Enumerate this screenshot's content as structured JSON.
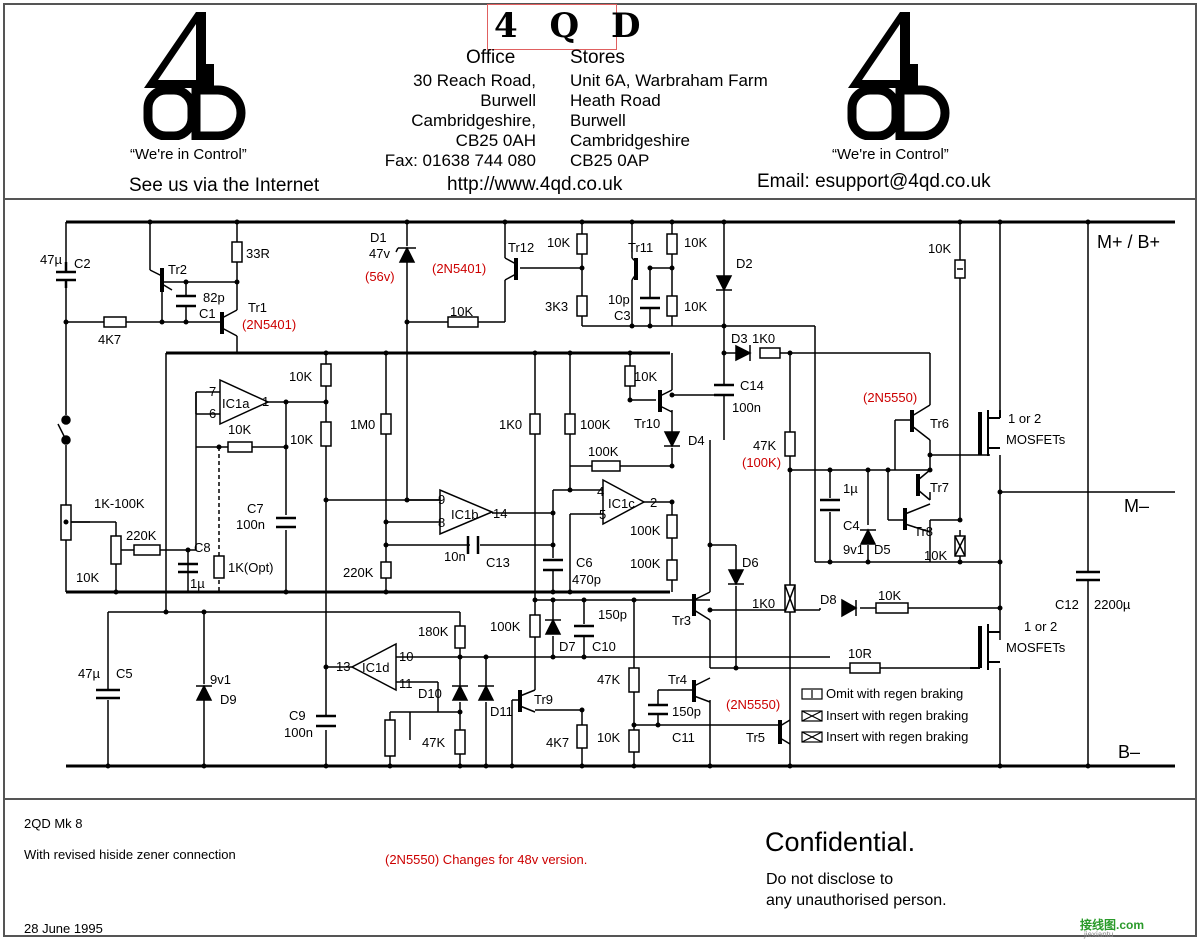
{
  "header": {
    "top_logo_text": "4 Q D",
    "logo_left": {
      "number": "4",
      "letters": "QD",
      "tagline": "“We're in Control”",
      "internet": "See us via the Internet"
    },
    "office": {
      "title": "Office",
      "lines": [
        "30 Reach Road,",
        "Burwell",
        "Cambridgeshire,",
        "CB25 0AH",
        "Fax: 01638 744 080"
      ]
    },
    "stores": {
      "title": "Stores",
      "lines": [
        "Unit 6A, Warbraham Farm",
        "Heath Road",
        "Burwell",
        "Cambridgeshire",
        "CB25 0AP"
      ]
    },
    "website": "http://www.4qd.co.uk",
    "logo_right": {
      "number": "4",
      "letters": "QD",
      "tagline": "“We're in Control”",
      "email": "Email: esupport@4qd.co.uk"
    }
  },
  "schematic": {
    "rails": {
      "top": "M+ / B+",
      "middle": "M–",
      "bottom": "B–"
    },
    "labels": {
      "c2": "C2",
      "c2v": "47µ",
      "tr2": "Tr2",
      "r33": "33R",
      "c1v": "82p",
      "c1": "C1",
      "tr1": "Tr1",
      "tr1alt": "(2N5401)",
      "r4k7": "4K7",
      "d1": "D1",
      "d1v": "47v",
      "d1alt": "(56v)",
      "tr12alt": "(2N5401)",
      "tr12": "Tr12",
      "r10k_a": "10K",
      "r10k_b": "10K",
      "tr11": "Tr11",
      "r10k_c": "10K",
      "r3k3": "3K3",
      "c3v": "10p",
      "c3": "C3",
      "r10k_d": "10K",
      "d2": "D2",
      "d3": "D3",
      "r1k0_a": "1K0",
      "c14": "C14",
      "c14v": "100n",
      "r10k_e": "10K",
      "tr10": "Tr10",
      "d4": "D4",
      "ic1a": "IC1a",
      "ic1b": "IC1b",
      "ic1c": "IC1c",
      "ic1d": "IC1d",
      "p7": "7",
      "p6": "6",
      "p1": "1",
      "p9": "9",
      "p8": "8",
      "p14": "14",
      "p4": "4",
      "p5": "5",
      "p2": "2",
      "p13": "13",
      "p10": "10",
      "p11": "11",
      "r10k_f": "10K",
      "r10k_g": "10K",
      "r10k_h": "10K",
      "r1m0": "1M0",
      "r1k0_b": "1K0",
      "r100k_a": "100K",
      "r100k_b": "100K",
      "r100k_c": "100K",
      "r100k_d": "100K",
      "pot": "1K-100K",
      "r220k_a": "220K",
      "c8": "C8",
      "c8v": "1µ",
      "r10k_i": "10K",
      "r1k_opt": "1K(Opt)",
      "c7": "C7",
      "c7v": "100n",
      "r220k_b": "220K",
      "c13v": "10n",
      "c13": "C13",
      "c6": "C6",
      "c6v": "470p",
      "d6": "D6",
      "r47k": "47K",
      "r47k_alt": "(100K)",
      "c4v": "1µ",
      "c4": "C4",
      "d5v": "9v1",
      "d5": "D5",
      "tr6alt": "(2N5550)",
      "tr6": "Tr6",
      "tr7": "Tr7",
      "tr8": "Tr8",
      "r10k_j": "10K",
      "r10k_k": "10K",
      "mos1": "1 or 2",
      "mos1b": "MOSFETs",
      "mos2": "1 or 2",
      "mos2b": "MOSFETs",
      "c12": "C12",
      "c12v": "2200µ",
      "c5v": "47µ",
      "c5": "C5",
      "d9v": "9v1",
      "d9": "D9",
      "c9": "C9",
      "c9v": "100n",
      "r180k": "180K",
      "d10": "D10",
      "d11": "D11",
      "r47k_b": "47K",
      "r100k_e": "100K",
      "d7": "D7",
      "c10v": "150p",
      "c10": "C10",
      "tr9": "Tr9",
      "r47k_c": "47K",
      "r10k_l": "10K",
      "tr3": "Tr3",
      "r1k0_c": "1K0",
      "d8": "D8",
      "r10k_m": "10K",
      "r10r": "10R",
      "tr4": "Tr4",
      "c11v": "150p",
      "c11": "C11",
      "tr5alt": "(2N5550)",
      "tr5": "Tr5"
    },
    "legend": [
      "Omit with regen braking",
      "Insert with regen braking",
      "Insert with regen braking"
    ]
  },
  "footer": {
    "model": "2QD Mk 8",
    "revision": "With revised hiside zener connection",
    "changes": "(2N5550) Changes for 48v version.",
    "date": "28 June 1995",
    "confidential": "Confidential.",
    "notice_lines": [
      "Do not disclose to",
      "any unauthorised person."
    ],
    "watermark": "接线图.com",
    "watermark_small": "jiexiantu"
  }
}
